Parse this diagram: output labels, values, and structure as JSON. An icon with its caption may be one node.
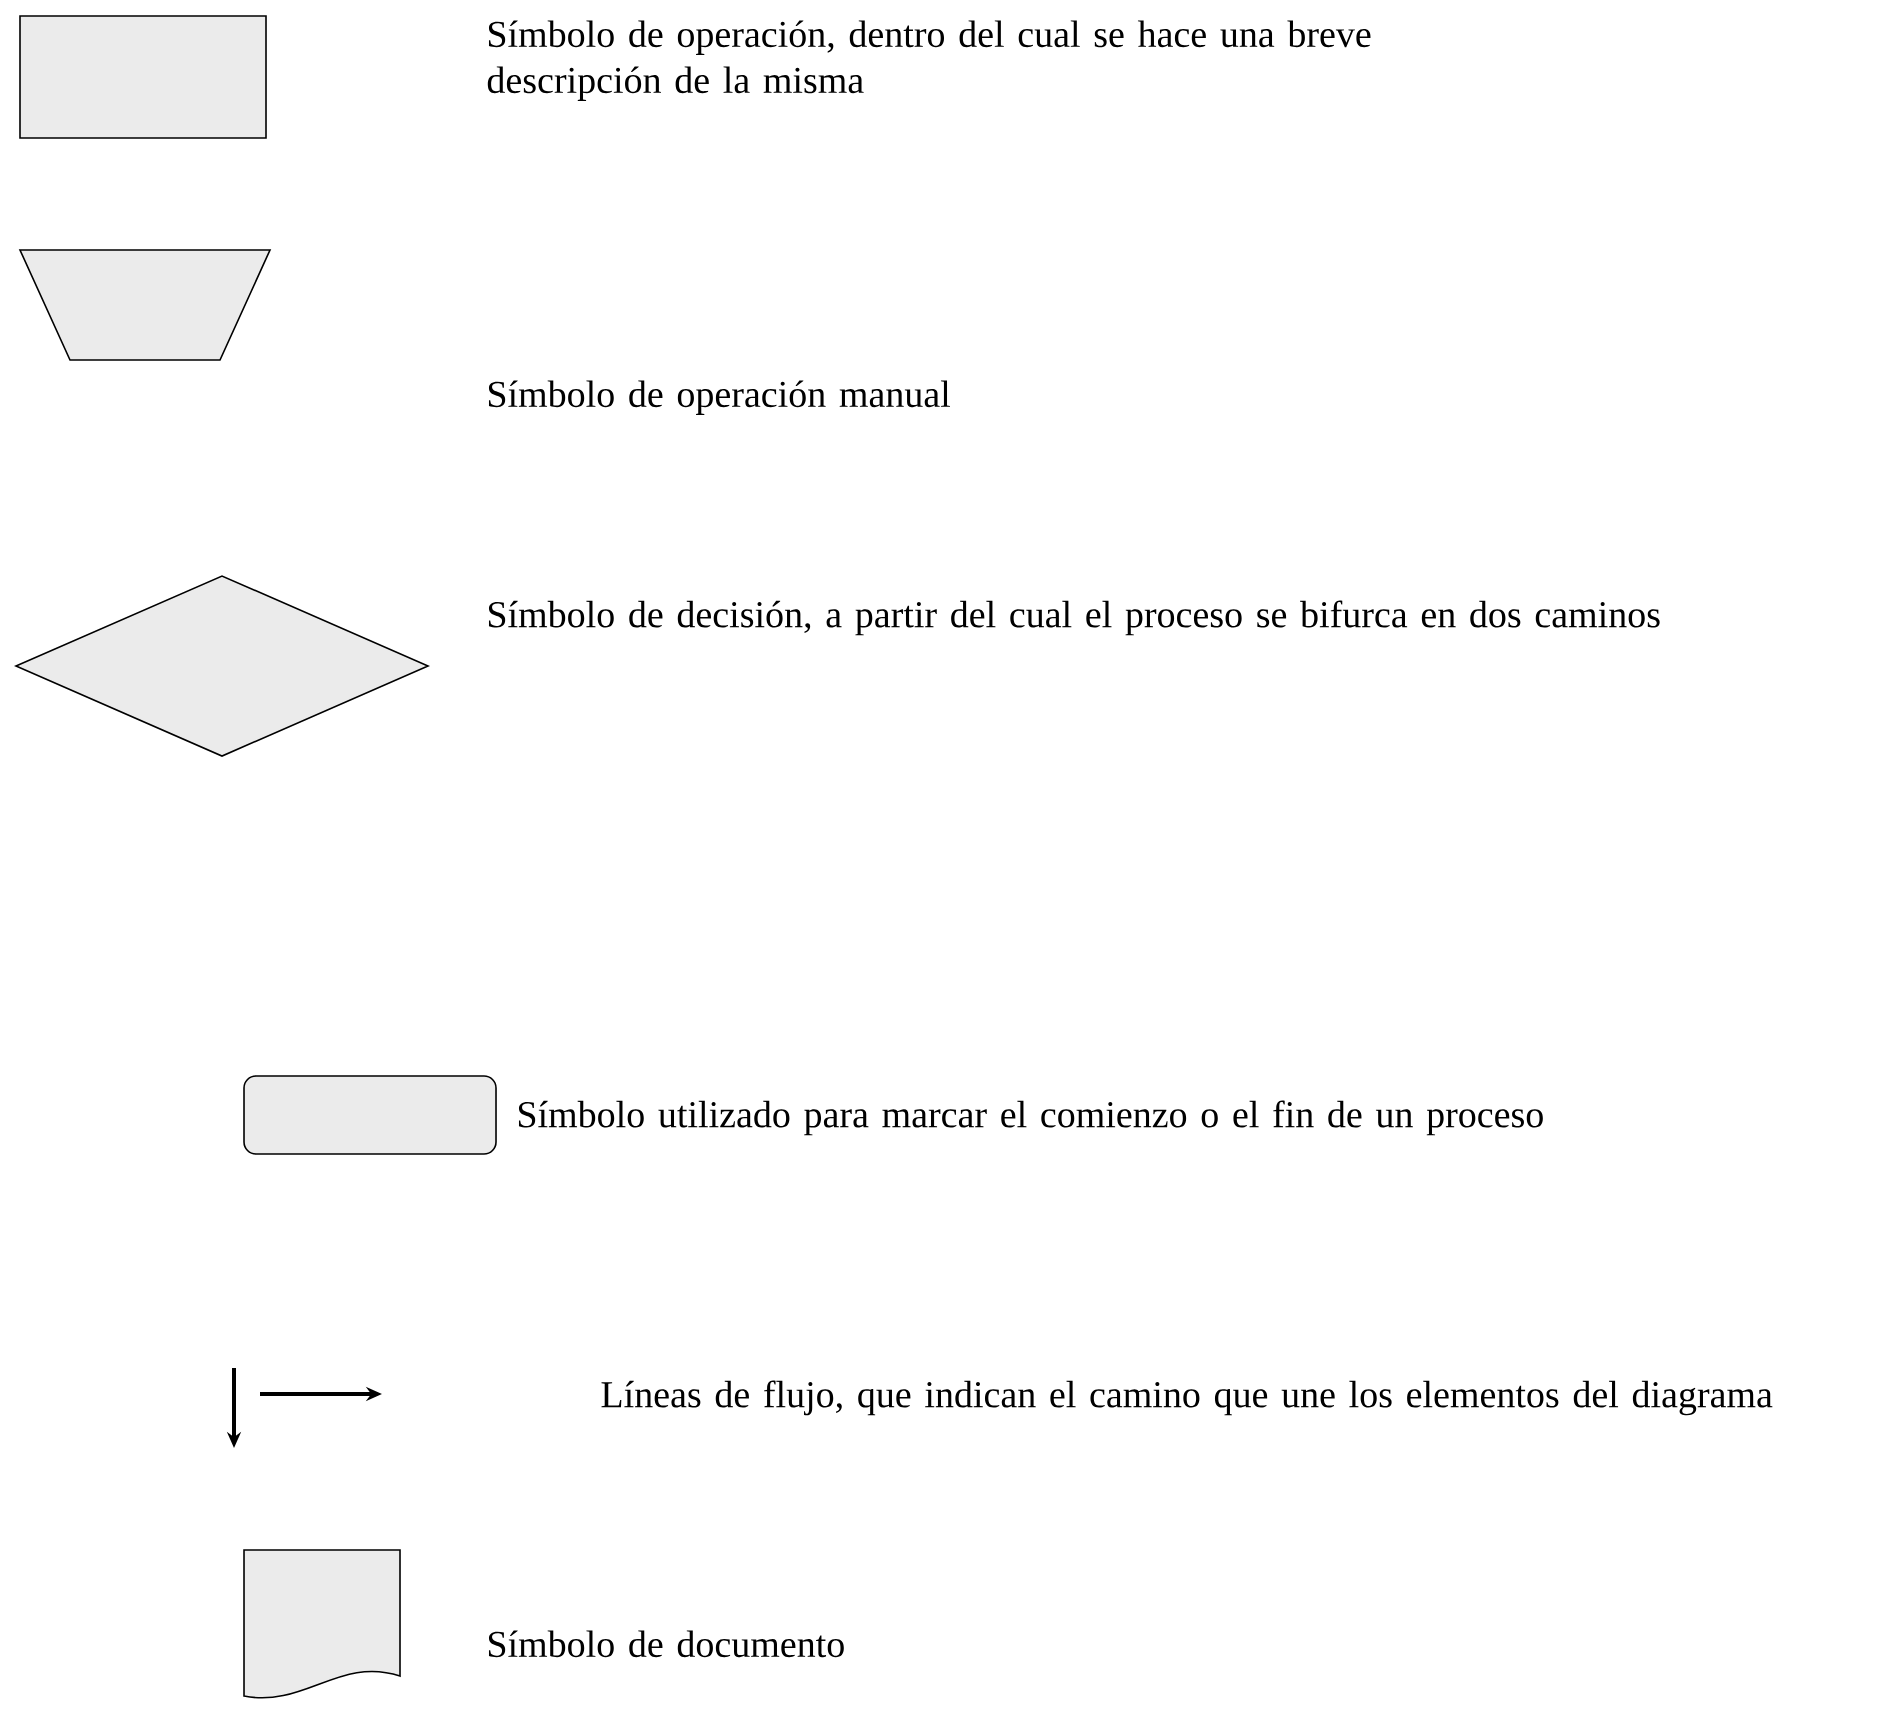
{
  "diagram": {
    "nodes": [
      {
        "text": [],
        "shape": "box"
      },
      {
        "text": [],
        "shape": "trapezoid"
      },
      {
        "text": [],
        "shape": "diamond",
        "beside": [
          "Símbolo de decisión, a partir del cual el proceso se bifurca en dos caminos"
        ]
      },
      {
        "text": [],
        "shape": "terminal",
        "beside": [
          "Símbolo utilizado para marcar el comienzo o el fin de un proceso"
        ]
      },
      {
        "text": [],
        "shape": "document",
        "beside": [
          "Símbolo de documento"
        ]
      }
    ],
    "edges": [],
    "labels": [
      "Símbolo de operación, dentro del cual se hace una breve descripción de la misma",
      "Símbolo de operación manual",
      "Líneas de flujo, que indican el camino que une los elementos del diagrama"
    ]
  }
}
